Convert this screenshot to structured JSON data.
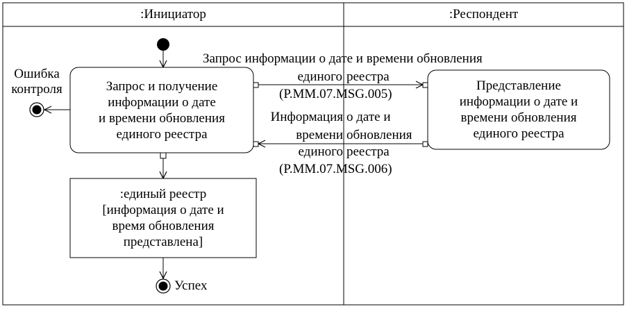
{
  "lanes": {
    "initiator": ":Инициатор",
    "respondent": ":Респондент"
  },
  "activities": {
    "request": [
      "Запрос и получение",
      "информации о дате",
      "и времени обновления",
      "единого реестра"
    ],
    "provide": [
      "Представление",
      "информации о дате и",
      "времени обновления",
      "единого реестра"
    ]
  },
  "object": {
    "lines": [
      ":единый реестр",
      "[информация о дате и",
      "время обновления",
      "представлена]"
    ]
  },
  "messages": {
    "request": {
      "line1": "Запрос информации о дате и времени обновления",
      "line2a": "единого",
      "line2b": "реестра",
      "line3": "(P.MM.07.MSG.005)"
    },
    "response": {
      "line1a": "Информация",
      "line1b": "о дате и",
      "line2a": "времени",
      "line2b": "обновления",
      "line3a": "единого",
      "line3b": "реестра",
      "line4": "(P.MM.07.MSG.006)"
    }
  },
  "finals": {
    "error": [
      "Ошибка",
      "контроля"
    ],
    "success": "Успех"
  }
}
